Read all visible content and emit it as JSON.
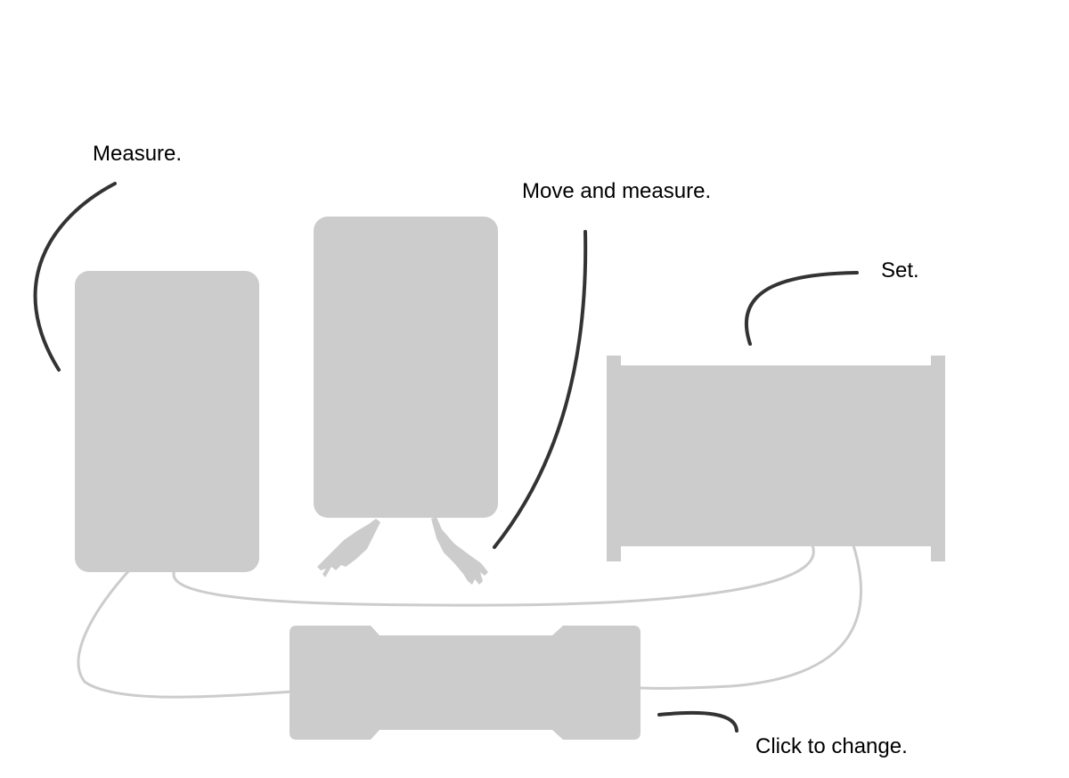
{
  "hints": {
    "measure": "Measure.",
    "move_and_measure": "Move and measure.",
    "set": "Set.",
    "click_to_change": "Click to change."
  },
  "colors": {
    "component_fill": "#cccccc",
    "wire": "#cccccc",
    "pointer": "#333333",
    "text": "#000000",
    "background": "#ffffff"
  }
}
